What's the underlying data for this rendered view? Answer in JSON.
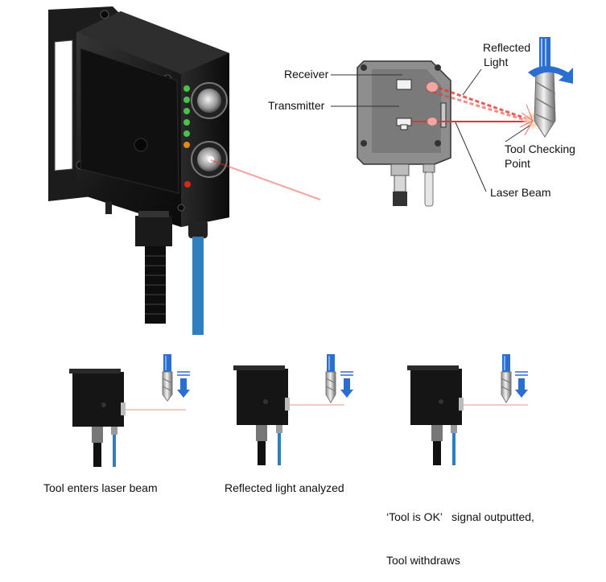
{
  "labels": {
    "receiver": "Receiver",
    "transmitter": "Transmitter",
    "reflected_light_1": "Reflected",
    "reflected_light_2": "Light",
    "tool_checking_point_1": "Tool Checking",
    "tool_checking_point_2": "Point",
    "laser_beam": "Laser Beam"
  },
  "steps": [
    {
      "caption_1": "Tool enters laser beam",
      "caption_2": ""
    },
    {
      "caption_1": "Reflected light analyzed",
      "caption_2": ""
    },
    {
      "caption_1": "‘Tool is OK’   signal outputted,",
      "caption_2": "Tool withdraws"
    }
  ],
  "colors": {
    "housing": "#111111",
    "laser": "#e8332a",
    "cable_blue": "#2f7fc0",
    "tool_blue": "#2a6fd0",
    "led_green": "#49c24a",
    "led_orange": "#e08a1e",
    "led_red": "#d8261f"
  }
}
